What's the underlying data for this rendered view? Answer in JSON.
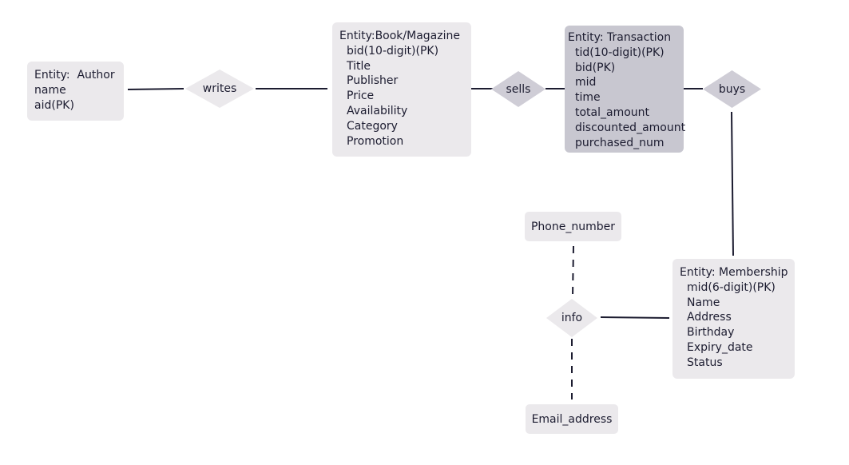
{
  "author": {
    "title": "Entity:  Author",
    "attributes": [
      "name",
      "aid(PK)"
    ]
  },
  "book": {
    "title": "Entity:Book/Magazine",
    "attributes": [
      "bid(10-digit)(PK)",
      "Title",
      "Publisher",
      "Price",
      "Availability",
      "Category",
      "Promotion"
    ]
  },
  "transaction": {
    "title": "Entity: Transaction",
    "attributes": [
      "tid(10-digit)(PK)",
      "bid(PK)",
      "mid",
      "time",
      "total_amount",
      "discounted_amount",
      "purchased_num"
    ]
  },
  "membership": {
    "title": "Entity: Membership",
    "attributes": [
      "mid(6-digit)(PK)",
      "Name",
      "Address",
      "Birthday",
      "Expiry_date",
      "Status"
    ]
  },
  "relationships": {
    "writes": "writes",
    "sells": "sells",
    "buys": "buys",
    "info": "info"
  },
  "attributes_standalone": {
    "phone": "Phone_number",
    "email": "Email_address"
  },
  "colors": {
    "entity_fill": "#ebe9ec",
    "transaction_fill": "#c8c7d0",
    "sells_buys_fill": "#cfcdd6",
    "writes_info_fill": "#ebe9ec",
    "line": "#1c1c30"
  }
}
